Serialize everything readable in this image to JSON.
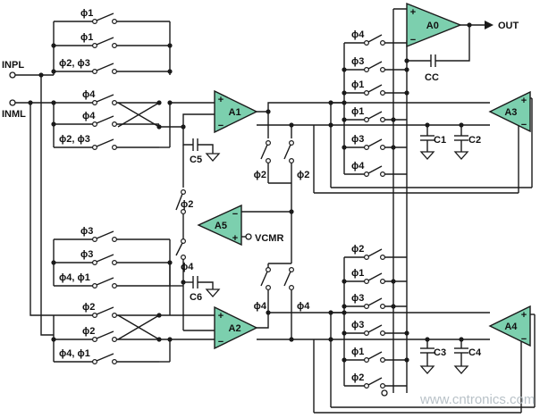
{
  "accent": "#7ccfae",
  "inputs": {
    "inpl": "INPL",
    "inml": "INML"
  },
  "output": "OUT",
  "opamps": {
    "a0": "A0",
    "a1": "A1",
    "a2": "A2",
    "a3": "A3",
    "a4": "A4",
    "a5": "A5"
  },
  "vcmr": "VCMR",
  "caps": {
    "cc": "CC",
    "c1": "C1",
    "c2": "C2",
    "c3": "C3",
    "c4": "C4",
    "c5": "C5",
    "c6": "C6"
  },
  "phases": {
    "p1": "ϕ1",
    "p2": "ϕ2",
    "p3": "ϕ3",
    "p4": "ϕ4",
    "p23": "ϕ2, ϕ3",
    "p41": "ϕ4, ϕ1"
  },
  "signs": {
    "plus": "+",
    "minus": "−"
  },
  "watermark": "www.cntronics.com"
}
